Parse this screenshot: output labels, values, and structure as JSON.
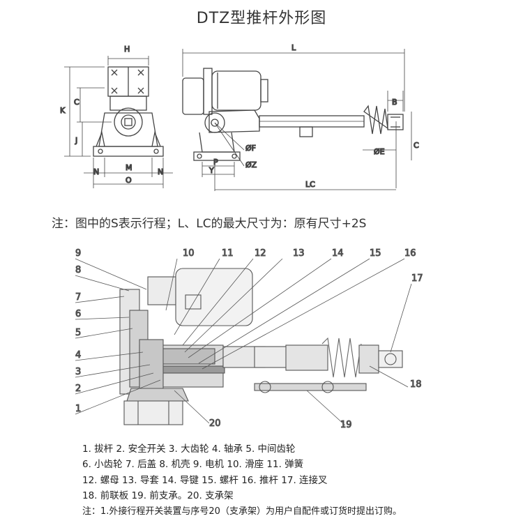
{
  "title": "DTZ型推杆外形图",
  "top_labels": {
    "H": "H",
    "K": "K",
    "C_left": "C",
    "J": "J",
    "M": "M",
    "N_left": "N",
    "N_right": "N",
    "O": "O",
    "L": "L",
    "B": "B",
    "C_right": "C",
    "F": "ØF",
    "Z": "ØZ",
    "E": "ØE",
    "P": "P",
    "Y": "Y",
    "LC": "LC"
  },
  "note_main": "注：图中的S表示行程；L、LC的最大尺寸为：原有尺寸+2S",
  "callouts": [
    "1",
    "2",
    "3",
    "4",
    "5",
    "6",
    "7",
    "8",
    "9",
    "10",
    "11",
    "12",
    "13",
    "14",
    "15",
    "16",
    "17",
    "18",
    "19",
    "20"
  ],
  "legend": [
    "1. 拔杆  2. 安全开关  3. 大齿轮  4. 轴承  5. 中间齿轮",
    "6. 小齿轮  7. 后盖  8. 机壳  9. 电机  10. 滑座  11. 弹簧",
    "12. 螺母  13. 导套 14. 导键 15. 螺杆 16. 推杆 17. 连接叉",
    "18. 前联板 19. 前支承。20. 支承架"
  ],
  "legend_note": "注：1.外接行程开关装置与序号20（支承架）为用户自配件或订货时提出订购。"
}
